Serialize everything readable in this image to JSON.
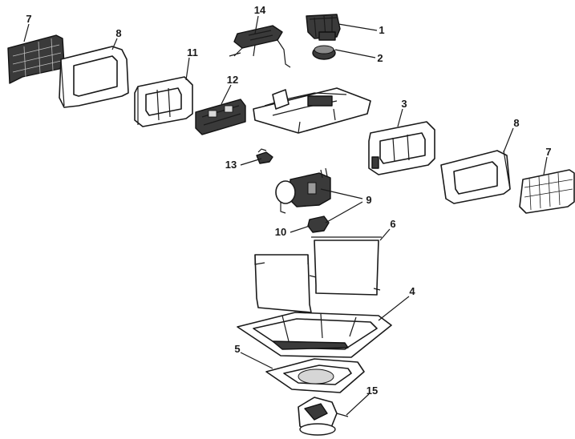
{
  "diagram": {
    "colors": {
      "line": "#1a1a1a",
      "background": "#ffffff",
      "dark_fill": "#3a3a3a"
    },
    "callouts": [
      {
        "id": "c7a",
        "text": "7"
      },
      {
        "id": "c8a",
        "text": "8"
      },
      {
        "id": "c11",
        "text": "11"
      },
      {
        "id": "c14",
        "text": "14"
      },
      {
        "id": "c1",
        "text": "1"
      },
      {
        "id": "c2",
        "text": "2"
      },
      {
        "id": "c12",
        "text": "12"
      },
      {
        "id": "c3",
        "text": "3"
      },
      {
        "id": "c8b",
        "text": "8"
      },
      {
        "id": "c7b",
        "text": "7"
      },
      {
        "id": "c13",
        "text": "13"
      },
      {
        "id": "c9",
        "text": "9"
      },
      {
        "id": "c10",
        "text": "10"
      },
      {
        "id": "c6",
        "text": "6"
      },
      {
        "id": "c4",
        "text": "4"
      },
      {
        "id": "c5",
        "text": "5"
      },
      {
        "id": "c15",
        "text": "15"
      }
    ]
  }
}
